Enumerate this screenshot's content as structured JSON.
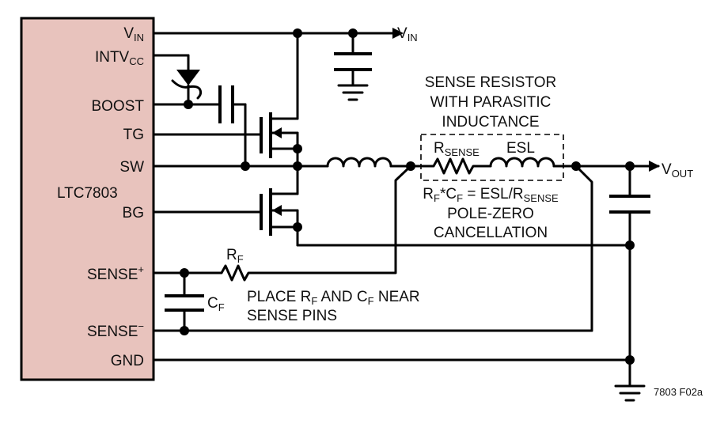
{
  "chip": {
    "name": "LTC7803",
    "fill": "#e8c3bd",
    "pins": {
      "vin": "V",
      "vin_sub": "IN",
      "intv": "INTV",
      "intv_sub": "CC",
      "boost": "BOOST",
      "tg": "TG",
      "sw": "SW",
      "bg": "BG",
      "sense_p": "SENSE",
      "sense_p_sup": "+",
      "sense_n": "SENSE",
      "sense_n_sup": "−",
      "gnd": "GND"
    }
  },
  "labels": {
    "vin_out": "V",
    "vin_out_sub": "IN",
    "vout": "V",
    "vout_sub": "OUT",
    "sense_block_line1": "SENSE RESISTOR",
    "sense_block_line2": "WITH PARASITIC",
    "sense_block_line3": "INDUCTANCE",
    "rsense": "R",
    "rsense_sub": "SENSE",
    "esl": "ESL",
    "eq_r": "R",
    "eq_r_sub": "F",
    "eq_mid": "*C",
    "eq_c_sub": "F",
    "eq_rest": " = ESL/R",
    "eq_rs_sub": "SENSE",
    "pole_zero_1": "POLE-ZERO",
    "pole_zero_2": "CANCELLATION",
    "rf": "R",
    "rf_sub": "F",
    "cf": "C",
    "cf_sub": "F",
    "note1_a": "PLACE R",
    "note1_b": "F",
    "note1_c": " AND C",
    "note1_d": "F",
    "note1_e": " NEAR",
    "note2": "SENSE PINS",
    "figure_code": "7803 F02a"
  }
}
